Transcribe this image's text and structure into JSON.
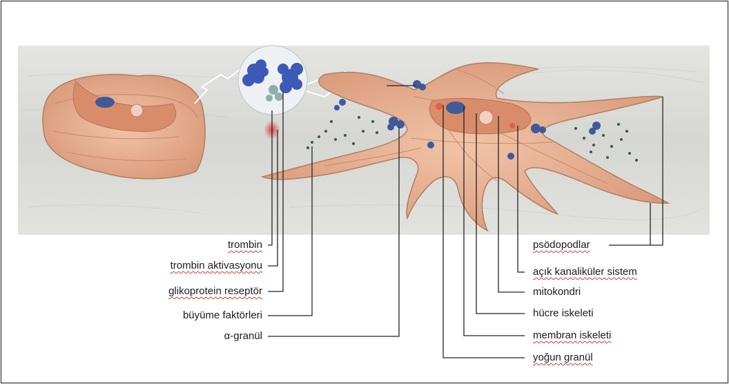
{
  "labels_left": [
    {
      "id": "trombin",
      "text": "trombin",
      "spell": true
    },
    {
      "id": "trombin-aktivasyonu",
      "text": "trombin aktivasyonu",
      "spell": true
    },
    {
      "id": "glikoprotein-reseptor",
      "text": "glikoprotein reseptör",
      "spell": true
    },
    {
      "id": "buyume-faktorleri",
      "text": "büyüme faktörleri",
      "spell": false
    },
    {
      "id": "alfa-granul",
      "text": "α-granül",
      "spell": false
    }
  ],
  "labels_right": [
    {
      "id": "psodopodlar",
      "text": "psödopodlar",
      "spell": true
    },
    {
      "id": "acik-kanalikuler-sistem",
      "text": "açık kanaliküler sistem",
      "spell": true
    },
    {
      "id": "mitokondri",
      "text": "mitokondri",
      "spell": false
    },
    {
      "id": "hucre-iskeleti",
      "text": "hücre iskeleti",
      "spell": false
    },
    {
      "id": "membran-iskeleti",
      "text": "membran iskeleti",
      "spell": true
    },
    {
      "id": "yogun-granul",
      "text": "yoğun granül",
      "spell": true
    }
  ],
  "colors": {
    "frame": "#555555",
    "background": "#dcdcd8",
    "platelet": "#e8b093",
    "platelet_shadow": "#c98a6c",
    "granule_blue": "#3e5a9a",
    "dots": "#2f5a4e",
    "leader_line": "#222222",
    "spell_underline": "#d23a2a"
  }
}
